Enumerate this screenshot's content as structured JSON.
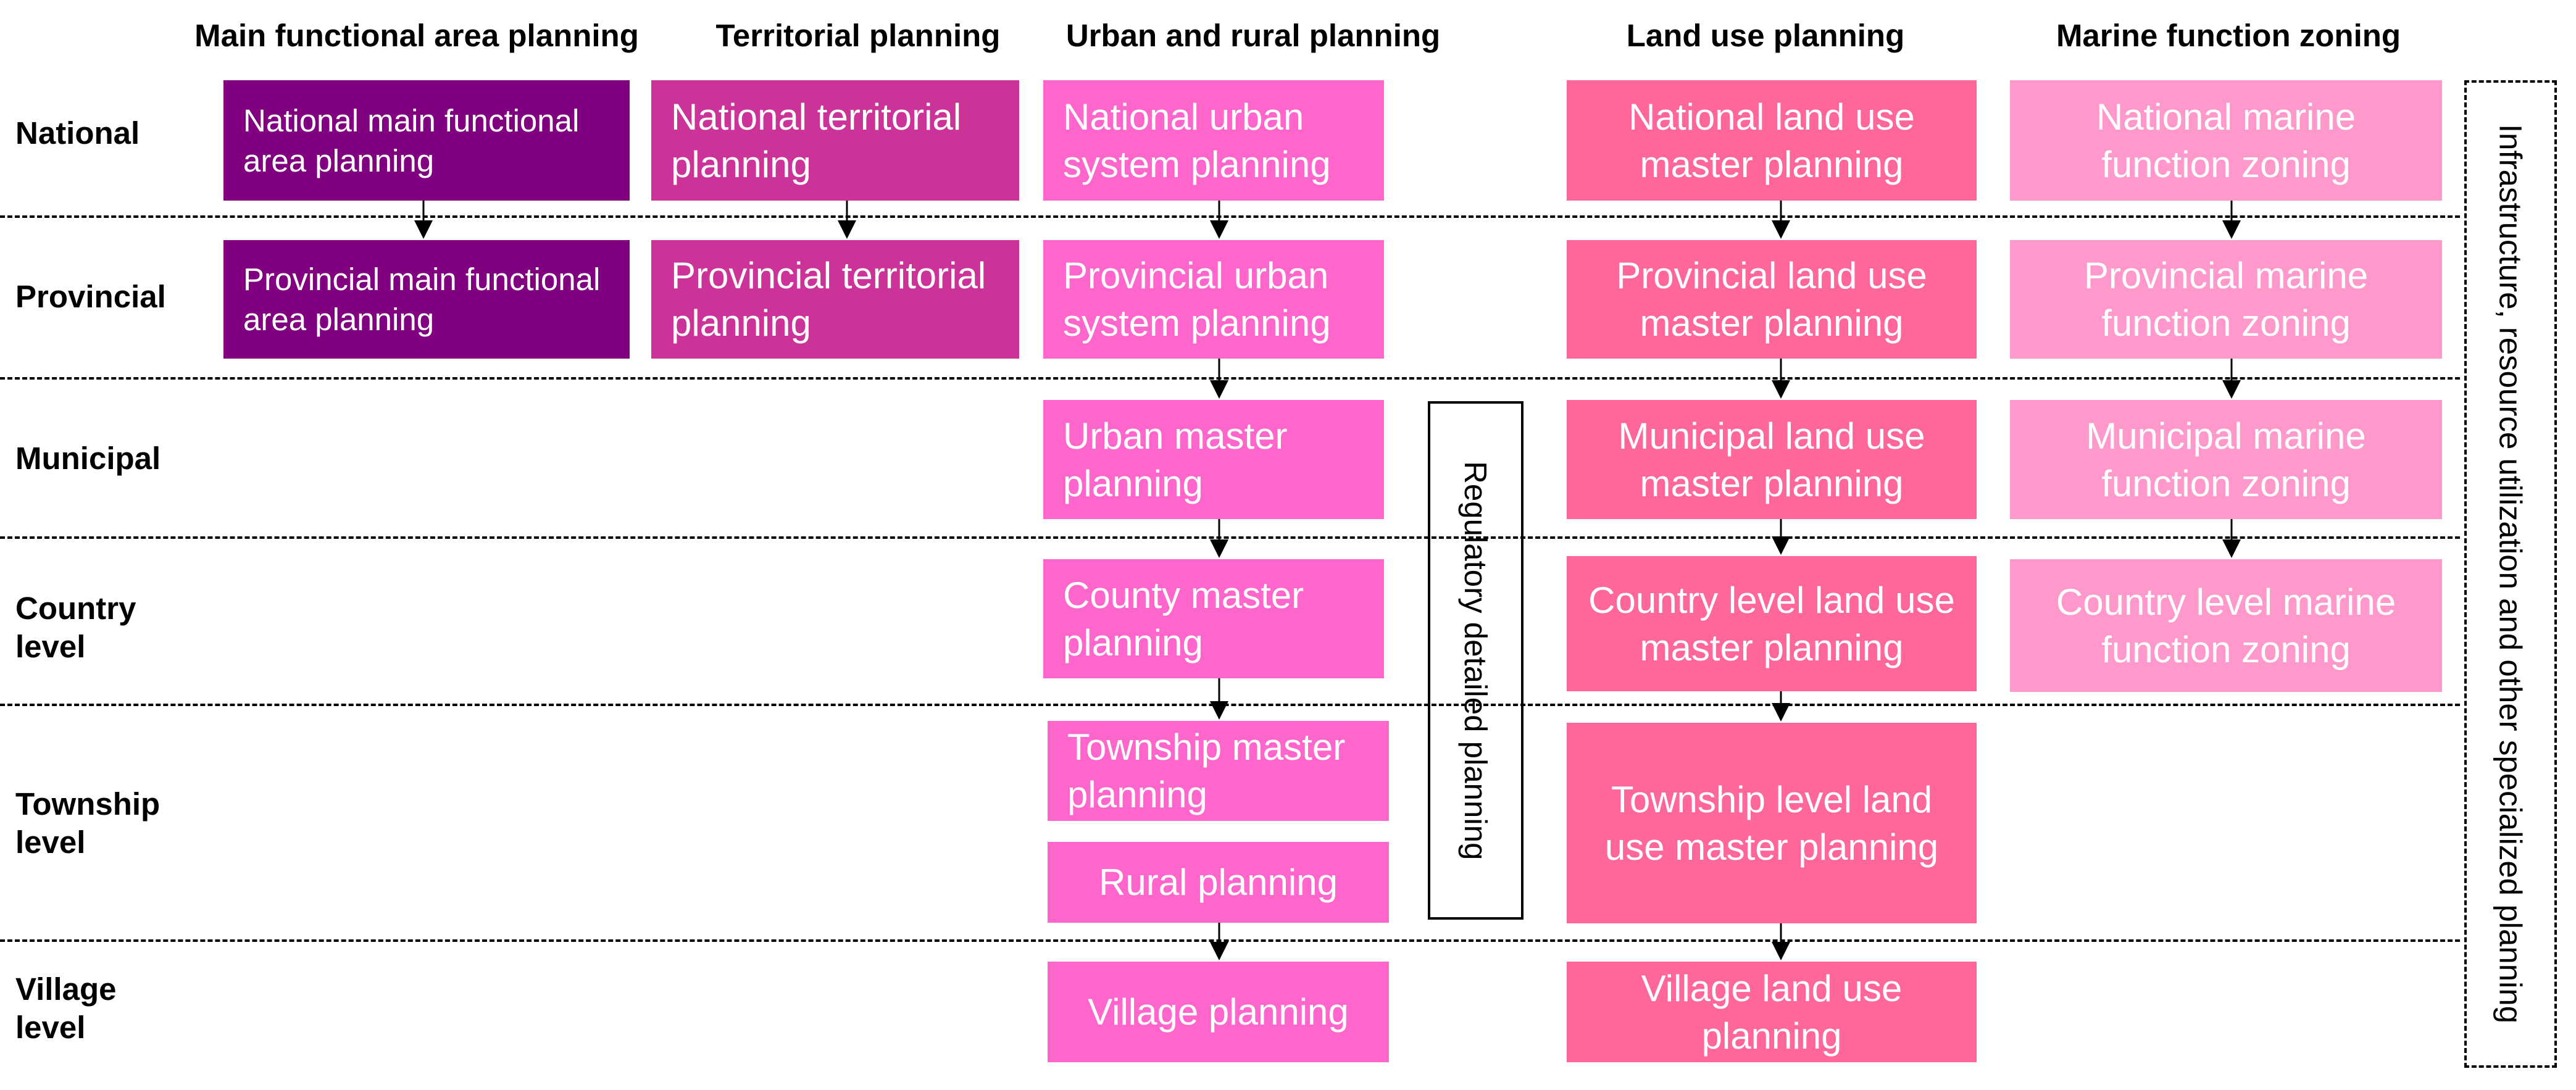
{
  "columns": {
    "main_functional": "Main functional area planning",
    "territorial": "Territorial planning",
    "urban_rural": "Urban and rural planning",
    "land_use": "Land use planning",
    "marine": "Marine function zoning"
  },
  "levels": {
    "national": "National",
    "provincial": "Provincial",
    "municipal": "Municipal",
    "country": "Country level",
    "township": "Township level",
    "village": "Village level"
  },
  "boxes": {
    "national_main_functional": "National main functional area planning",
    "provincial_main_functional": "Provincial main functional area planning",
    "national_territorial": "National territorial planning",
    "provincial_territorial": "Provincial territorial planning",
    "national_urban_system": "National urban system planning",
    "provincial_urban_system": "Provincial urban system planning",
    "urban_master": "Urban master planning",
    "county_master": "County master planning",
    "township_master": "Township master planning",
    "rural": "Rural planning",
    "village": "Village planning",
    "national_land_use": "National land use master planning",
    "provincial_land_use": "Provincial land use master planning",
    "municipal_land_use": "Municipal land use master planning",
    "country_land_use": "Country level land use master planning",
    "township_land_use": "Township level land use master planning",
    "village_land_use": "Village land use planning",
    "national_marine": "National marine function zoning",
    "provincial_marine": "Provincial marine function zoning",
    "municipal_marine": "Municipal marine function zoning",
    "country_marine": "Country level marine function zoning"
  },
  "side_labels": {
    "regulatory": "Regulatory detailed planning",
    "specialized": "Infrastructure, resource utilization and other specialized planning"
  },
  "colors": {
    "main_functional": "#800080",
    "territorial": "#CC3399",
    "urban_rural": "#FF66CC",
    "land_use": "#FF6699",
    "marine": "#FF99CC"
  }
}
